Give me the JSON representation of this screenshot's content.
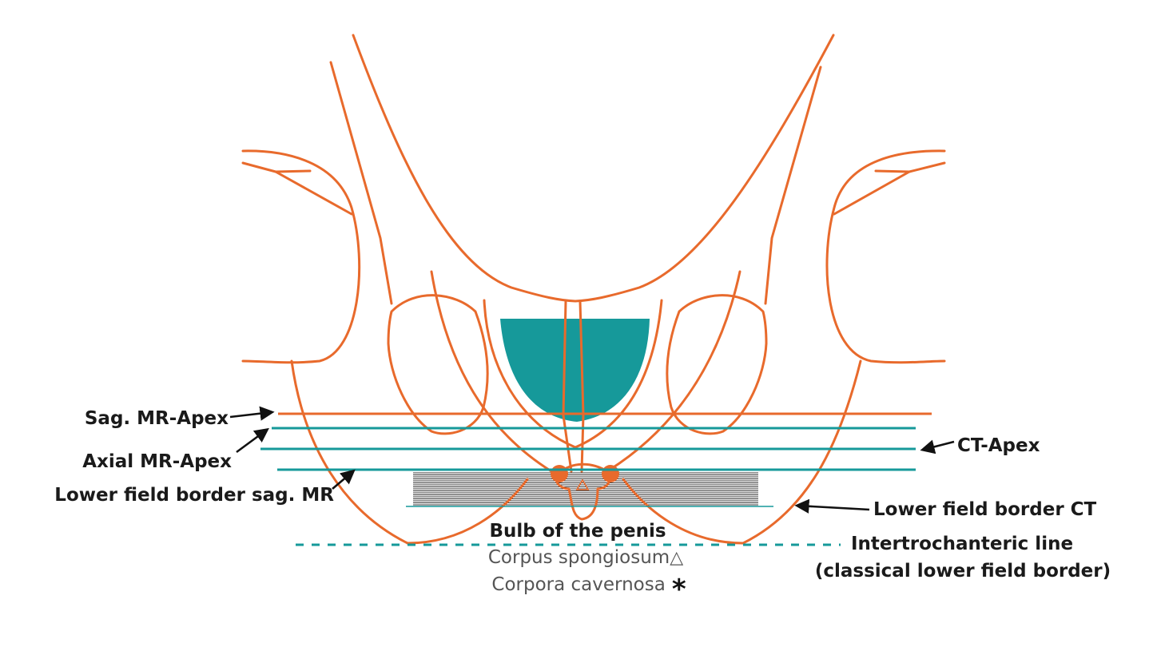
{
  "colors": {
    "anatomy": "#e86a2c",
    "teal": "#16999a",
    "text": "#1a1a1a",
    "text_light": "#555555",
    "hatch": "#333333"
  },
  "labels": {
    "sag_mr_apex": "Sag. MR-Apex",
    "axial_mr_apex": "Axial MR-Apex",
    "lower_field_border_sag_mr": "Lower field border sag. MR",
    "ct_apex": "CT-Apex",
    "lower_field_border_ct": "Lower field border CT",
    "bulb_of_the_penis": "Bulb of the penis",
    "corpus_spongiosum": "Corpus spongiosum",
    "corpora_cavernosa": "Corpora cavernosa",
    "intertrochanteric_line": "Intertrochanteric line",
    "classical_lower_field_border": "(classical lower field border)"
  },
  "symbols": {
    "triangle": "△",
    "asterisk": "*"
  }
}
